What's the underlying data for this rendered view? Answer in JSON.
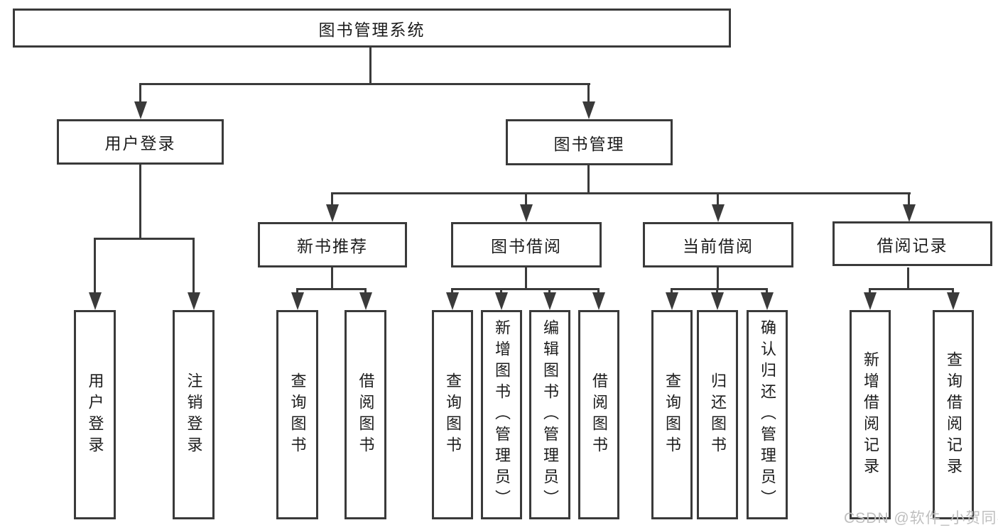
{
  "diagram_type": "hierarchy",
  "colors": {
    "line": "#3a3a3a",
    "box_border": "#3a3a3a",
    "text": "#1c1c1c",
    "background": "#ffffff",
    "watermark": "#bfbfbf"
  },
  "tree": {
    "label": "图书管理系统",
    "children": [
      {
        "label": "用户登录",
        "children": [
          {
            "label": "用户登录"
          },
          {
            "label": "注销登录"
          }
        ]
      },
      {
        "label": "图书管理",
        "children": [
          {
            "label": "新书推荐",
            "children": [
              {
                "label": "查询图书"
              },
              {
                "label": "借阅图书"
              }
            ]
          },
          {
            "label": "图书借阅",
            "children": [
              {
                "label": "查询图书"
              },
              {
                "label": "新增图书（管理员）"
              },
              {
                "label": "编辑图书（管理员）"
              },
              {
                "label": "借阅图书"
              }
            ]
          },
          {
            "label": "当前借阅",
            "children": [
              {
                "label": "查询图书"
              },
              {
                "label": "归还图书"
              },
              {
                "label": "确认归还（管理员）"
              }
            ]
          },
          {
            "label": "借阅记录",
            "children": [
              {
                "label": "新增借阅记录"
              },
              {
                "label": "查询借阅记录"
              }
            ]
          }
        ]
      }
    ]
  },
  "watermark": {
    "text": "CSDN @软件_小贺同学"
  }
}
